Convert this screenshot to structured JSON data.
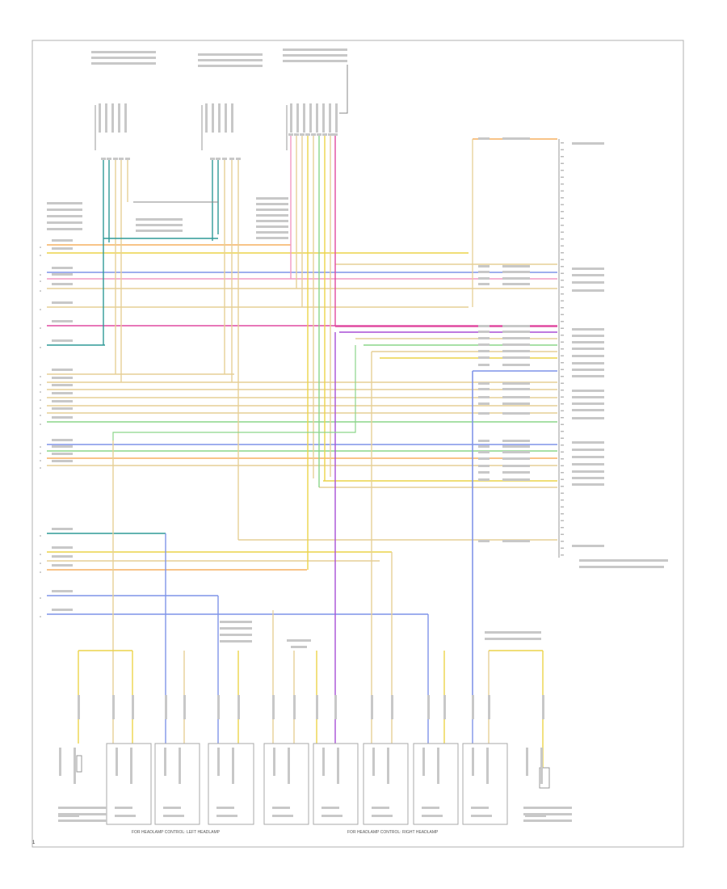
{
  "diagram": {
    "page_number": "1",
    "colors": {
      "frame": "#b0b0b0",
      "wire_yellow": "#ecd44a",
      "wire_tan": "#e6cf96",
      "wire_violet": "#c9a8e6",
      "wire_blue": "#7f94e8",
      "wire_green": "#8cd58a",
      "wire_teal": "#2f9a97",
      "wire_magenta": "#e04aa0",
      "wire_pink": "#f29ac4",
      "wire_orange": "#f6b060",
      "wire_purple": "#a84fd6"
    },
    "caption_left": "FOR HEADLAMP CONTROL: LEFT HEADLAMP",
    "caption_right": "FOR HEADLAMP CONTROL: RIGHT HEADLAMP"
  }
}
